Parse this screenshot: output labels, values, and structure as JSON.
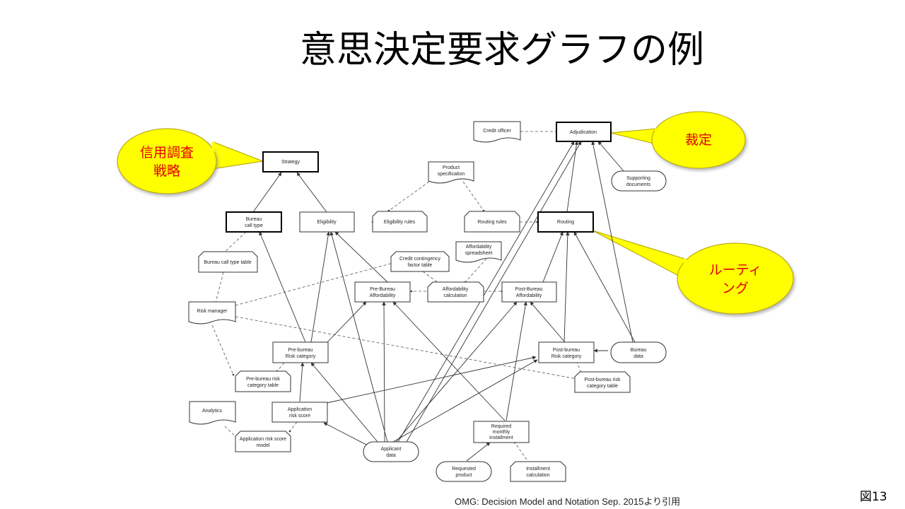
{
  "slide": {
    "title": "意思決定要求グラフの例",
    "citation": "OMG: Decision Model and Notation  Sep. 2015より引用",
    "figure_number": "図13"
  },
  "diagram": {
    "decisions": {
      "adjudication": "Adjudication",
      "strategy": "Strategy",
      "bureau_call_type": [
        "Bureau",
        "call type"
      ],
      "eligibility": "Eligibility",
      "routing": "Routing",
      "pre_bureau_affordability": [
        "Pre-Bureau",
        "Affordability"
      ],
      "post_bureau_affordability": [
        "Post-Bureau",
        "Affordability"
      ],
      "pre_bureau_risk_category": [
        "Pre-bureau",
        "Risk category"
      ],
      "post_bureau_risk_category": [
        "Post-bureau",
        "Risk category"
      ],
      "application_risk_score": [
        "Application",
        "risk score"
      ],
      "required_monthly_installment": [
        "Required",
        "monthly",
        "installment"
      ]
    },
    "knowledge_sources": {
      "credit_officer": "Credit officer",
      "product_specification": [
        "Product",
        "specification"
      ],
      "affordability_spreadsheet": [
        "Affordability",
        "spreadsheet"
      ],
      "risk_manager": "Risk manager",
      "analytics": "Analytics"
    },
    "business_knowledge": {
      "bureau_call_type_table": "Bureau call type table",
      "eligibility_rules": "Eligibility rules",
      "routing_rules": "Routing rules",
      "credit_contingency_factor_table": [
        "Credit contingency",
        "factor table"
      ],
      "affordability_calculation": [
        "Affordability",
        "calculation"
      ],
      "pre_bureau_risk_category_table": [
        "Pre-bureau risk",
        "category table"
      ],
      "post_bureau_risk_category_table": [
        "Post-bureau risk",
        "category table"
      ],
      "application_risk_score_model": [
        "Application risk score",
        "model"
      ],
      "installment_calculation": [
        "Installment",
        "calculation"
      ]
    },
    "input_data": {
      "supporting_documents": [
        "Supporting",
        "documents"
      ],
      "bureau_data": [
        "Bureau",
        "data"
      ],
      "applicant_data": [
        "Applicant",
        "data"
      ],
      "requested_product": [
        "Requested",
        "product"
      ]
    }
  },
  "callouts": {
    "strategy": [
      "信用調査",
      "戦略"
    ],
    "adjudication": "裁定",
    "routing": [
      "ルーティ",
      "ング"
    ]
  },
  "colors": {
    "callout_fill": "#ffff00",
    "callout_text": "#e00000",
    "line": "#333333"
  }
}
